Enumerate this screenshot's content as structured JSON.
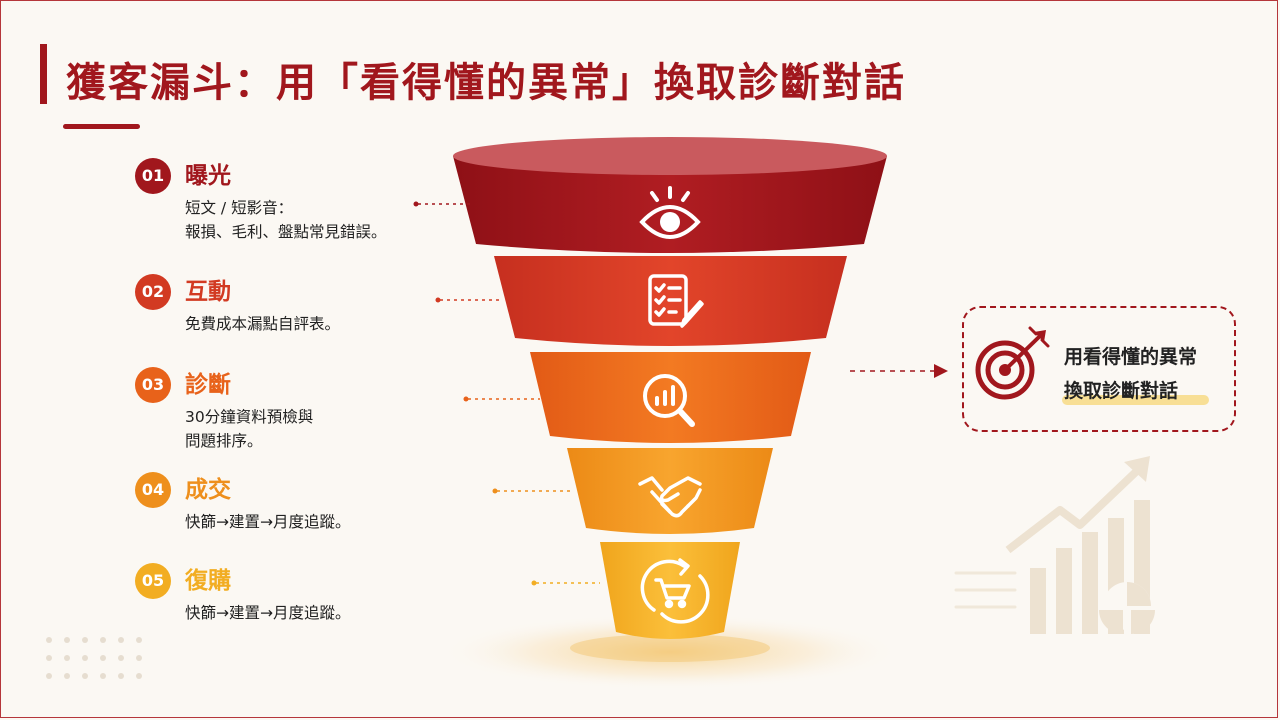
{
  "title": "獲客漏斗：用「看得懂的異常」換取診斷對話",
  "steps": [
    {
      "num": "01",
      "label": "曝光",
      "desc": [
        "短文 / 短影音：",
        "報損、毛利、盤點常見錯誤。"
      ],
      "color": "#a1171d",
      "icon": "eye-icon"
    },
    {
      "num": "02",
      "label": "互動",
      "desc": [
        "免費成本漏點自評表。"
      ],
      "color": "#d23a22",
      "icon": "checklist-icon"
    },
    {
      "num": "03",
      "label": "診斷",
      "desc": [
        "30分鐘資料預檢與",
        "問題排序。"
      ],
      "color": "#e8621a",
      "icon": "magnifier-chart-icon"
    },
    {
      "num": "04",
      "label": "成交",
      "desc": [
        "快篩→建置→月度追蹤。"
      ],
      "color": "#ee8f1c",
      "icon": "handshake-icon"
    },
    {
      "num": "05",
      "label": "復購",
      "desc": [
        "快篩→建置→月度追蹤。"
      ],
      "color": "#f2ad22",
      "icon": "cart-cycle-icon"
    }
  ],
  "callout": {
    "line1": "用看得懂的異常",
    "line2": "換取診斷對話",
    "icon": "target-icon"
  },
  "colors": {
    "primary": "#a1171d",
    "highlight": "#f8df95",
    "background": "#fbf8f3"
  }
}
